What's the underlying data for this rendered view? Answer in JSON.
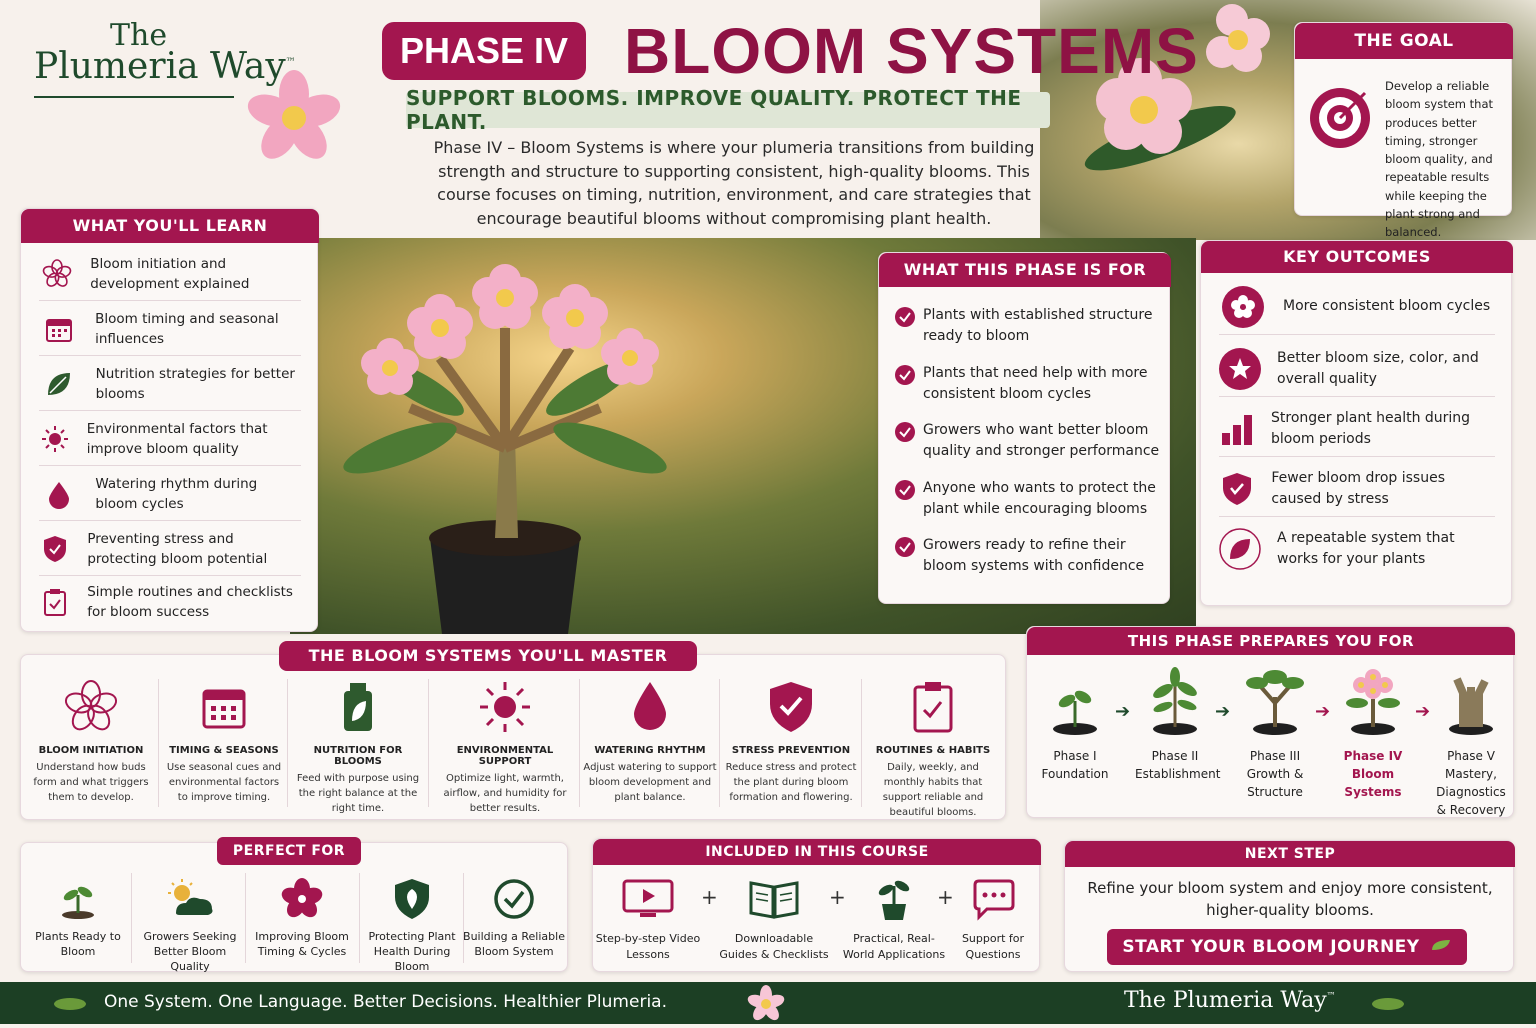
{
  "brand": {
    "the": "The",
    "name": "Plumeria Way",
    "tm": "™"
  },
  "header": {
    "phase": "PHASE IV",
    "title": "BLOOM SYSTEMS",
    "tagline": "SUPPORT BLOOMS. IMPROVE QUALITY. PROTECT THE PLANT.",
    "intro": "Phase IV – Bloom Systems is where your plumeria transitions from building strength and structure to supporting consistent, high-quality blooms. This course focuses on timing, nutrition, environment, and care strategies that encourage beautiful blooms without compromising plant health."
  },
  "goal": {
    "title": "THE GOAL",
    "text": "Develop a reliable bloom system that produces better timing, stronger bloom quality, and repeatable results while keeping the plant strong and balanced."
  },
  "learn": {
    "title": "WHAT YOU'LL LEARN",
    "items": [
      {
        "icon": "flower-icon",
        "label": "Bloom initiation and development explained"
      },
      {
        "icon": "calendar-icon",
        "label": "Bloom timing and seasonal influences"
      },
      {
        "icon": "leaf-icon",
        "label": "Nutrition strategies for better blooms"
      },
      {
        "icon": "sun-icon",
        "label": "Environmental factors that improve bloom quality"
      },
      {
        "icon": "water-drop-icon",
        "label": "Watering rhythm during bloom cycles"
      },
      {
        "icon": "shield-icon",
        "label": "Preventing stress and protecting bloom potential"
      },
      {
        "icon": "clipboard-icon",
        "label": "Simple routines and checklists for bloom success"
      }
    ]
  },
  "phase_for": {
    "title": "WHAT THIS PHASE IS FOR",
    "items": [
      "Plants with established structure ready to bloom",
      "Plants that need help with more consistent bloom cycles",
      "Growers who want better bloom quality and stronger performance",
      "Anyone who wants to protect the plant while encouraging blooms",
      "Growers ready to refine their bloom systems with confidence"
    ]
  },
  "outcomes": {
    "title": "KEY OUTCOMES",
    "items": [
      {
        "icon": "flower-icon",
        "label": "More consistent bloom cycles"
      },
      {
        "icon": "star-icon",
        "label": "Better bloom size, color, and overall quality"
      },
      {
        "icon": "bar-chart-icon",
        "label": "Stronger plant health during bloom periods"
      },
      {
        "icon": "shield-icon",
        "label": "Fewer bloom drop issues caused by stress"
      },
      {
        "icon": "leaf-icon",
        "label": "A repeatable system that works for your plants"
      }
    ]
  },
  "master": {
    "title": "THE BLOOM SYSTEMS YOU'LL MASTER",
    "items": [
      {
        "icon": "flower-icon",
        "title": "BLOOM INITIATION",
        "desc": "Understand how buds form and what triggers them to develop."
      },
      {
        "icon": "calendar-icon",
        "title": "TIMING & SEASONS",
        "desc": "Use seasonal cues and environmental factors to improve timing."
      },
      {
        "icon": "fertilizer-bottle-icon",
        "title": "NUTRITION FOR BLOOMS",
        "desc": "Feed with purpose using the right balance at the right time."
      },
      {
        "icon": "sun-icon",
        "title": "ENVIRONMENTAL SUPPORT",
        "desc": "Optimize light, warmth, airflow, and humidity for better results."
      },
      {
        "icon": "water-drop-icon",
        "title": "WATERING RHYTHM",
        "desc": "Adjust watering to support bloom development and plant balance."
      },
      {
        "icon": "shield-icon",
        "title": "STRESS PREVENTION",
        "desc": "Reduce stress and protect the plant during bloom formation and flowering."
      },
      {
        "icon": "clipboard-icon",
        "title": "ROUTINES & HABITS",
        "desc": "Daily, weekly, and monthly habits that support reliable and beautiful blooms."
      }
    ]
  },
  "prepares": {
    "title": "THIS PHASE PREPARES YOU FOR",
    "steps": [
      {
        "icon": "seedling-icon",
        "label": "Phase I Foundation"
      },
      {
        "icon": "young-plant-icon",
        "label": "Phase II Establishment"
      },
      {
        "icon": "tree-icon",
        "label": "Phase III Growth & Structure"
      },
      {
        "icon": "blooming-plant-icon",
        "label": "Phase IV Bloom Systems"
      },
      {
        "icon": "trunk-icon",
        "label": "Phase V Mastery, Diagnostics & Recovery"
      }
    ]
  },
  "perfect": {
    "title": "PERFECT FOR",
    "items": [
      {
        "icon": "seedling-icon",
        "label": "Plants Ready to Bloom"
      },
      {
        "icon": "sun-cloud-icon",
        "label": "Growers Seeking Better Bloom Quality"
      },
      {
        "icon": "flower-icon",
        "label": "Improving Bloom Timing & Cycles"
      },
      {
        "icon": "shield-leaf-icon",
        "label": "Protecting Plant Health During Bloom"
      },
      {
        "icon": "check-circle-icon",
        "label": "Building a Reliable Bloom System"
      }
    ]
  },
  "included": {
    "title": "INCLUDED IN THIS COURSE",
    "items": [
      {
        "icon": "video-icon",
        "label": "Step-by-step Video Lessons"
      },
      {
        "icon": "book-icon",
        "label": "Downloadable Guides & Checklists"
      },
      {
        "icon": "potted-plant-icon",
        "label": "Practical, Real-World Applications"
      },
      {
        "icon": "chat-icon",
        "label": "Support for Questions"
      }
    ]
  },
  "next": {
    "title": "NEXT STEP",
    "text": "Refine your bloom system and enjoy more consistent, higher-quality blooms.",
    "button": "START YOUR BLOOM JOURNEY"
  },
  "footer": {
    "text": "One System. One Language. Better Decisions. Healthier Plumeria.",
    "brand": "The Plumeria Way",
    "tm": "™"
  },
  "colors": {
    "accent": "#a3164f",
    "green": "#1f4a2c",
    "footer": "#1c3f24"
  }
}
